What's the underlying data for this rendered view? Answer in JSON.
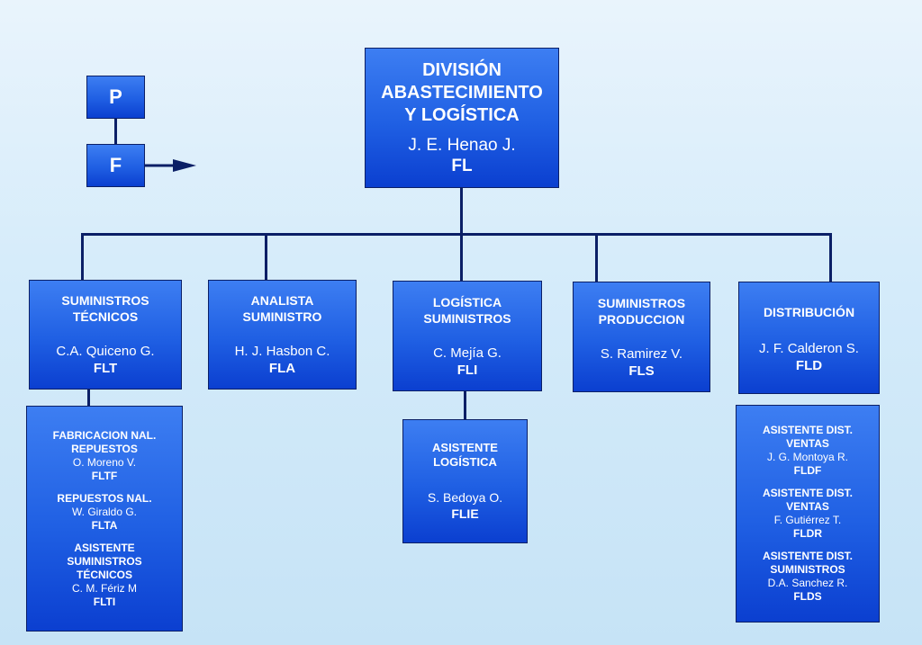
{
  "legend": {
    "p_label": "P",
    "f_label": "F"
  },
  "head": {
    "title_line1": "DIVISIÓN",
    "title_line2": "ABASTECIMIENTO",
    "title_line3": "Y LOGÍSTICA",
    "person": "J. E. Henao J.",
    "code": "FL"
  },
  "units": [
    {
      "title_line1": "SUMINISTROS",
      "title_line2": "TÉCNICOS",
      "person": "C.A. Quiceno G.",
      "code": "FLT"
    },
    {
      "title_line1": "ANALISTA",
      "title_line2": "SUMINISTRO",
      "person": "H. J. Hasbon C.",
      "code": "FLA"
    },
    {
      "title_line1": "LOGÍSTICA",
      "title_line2": "SUMINISTROS",
      "person": "C. Mejía G.",
      "code": "FLI"
    },
    {
      "title_line1": "SUMINISTROS",
      "title_line2": "PRODUCCION",
      "person": "S. Ramirez V.",
      "code": "FLS"
    },
    {
      "title_line1": "DISTRIBUCIÓN",
      "title_line2": "",
      "person": "J. F. Calderon S.",
      "code": "FLD"
    }
  ],
  "sub_tecnicos": [
    {
      "title_line1": "FABRICACION NAL.",
      "title_line2": "REPUESTOS",
      "title_line3": "",
      "person": "O. Moreno V.",
      "code": "FLTF"
    },
    {
      "title_line1": "REPUESTOS NAL.",
      "title_line2": "",
      "title_line3": "",
      "person": "W. Giraldo G.",
      "code": "FLTA"
    },
    {
      "title_line1": "ASISTENTE",
      "title_line2": "SUMINISTROS",
      "title_line3": "TÉCNICOS",
      "person": "C. M. Fériz M",
      "code": "FLTI"
    }
  ],
  "sub_logistica": {
    "title_line1": "ASISTENTE",
    "title_line2": "LOGÍSTICA",
    "person": "S. Bedoya O.",
    "code": "FLIE"
  },
  "sub_distribucion": [
    {
      "title_line1": "ASISTENTE DIST.",
      "title_line2": "VENTAS",
      "person": "J. G. Montoya R.",
      "code": "FLDF"
    },
    {
      "title_line1": "ASISTENTE DIST.",
      "title_line2": "VENTAS",
      "person": "F. Gutiérrez T.",
      "code": "FLDR"
    },
    {
      "title_line1": "ASISTENTE DIST.",
      "title_line2": "SUMINISTROS",
      "person": "D.A. Sanchez R.",
      "code": "FLDS"
    }
  ],
  "colors": {
    "box_top": "#3d7ef2",
    "box_bottom": "#0b3fd0",
    "line": "#0b1f66",
    "background": "#d4ebfa"
  }
}
